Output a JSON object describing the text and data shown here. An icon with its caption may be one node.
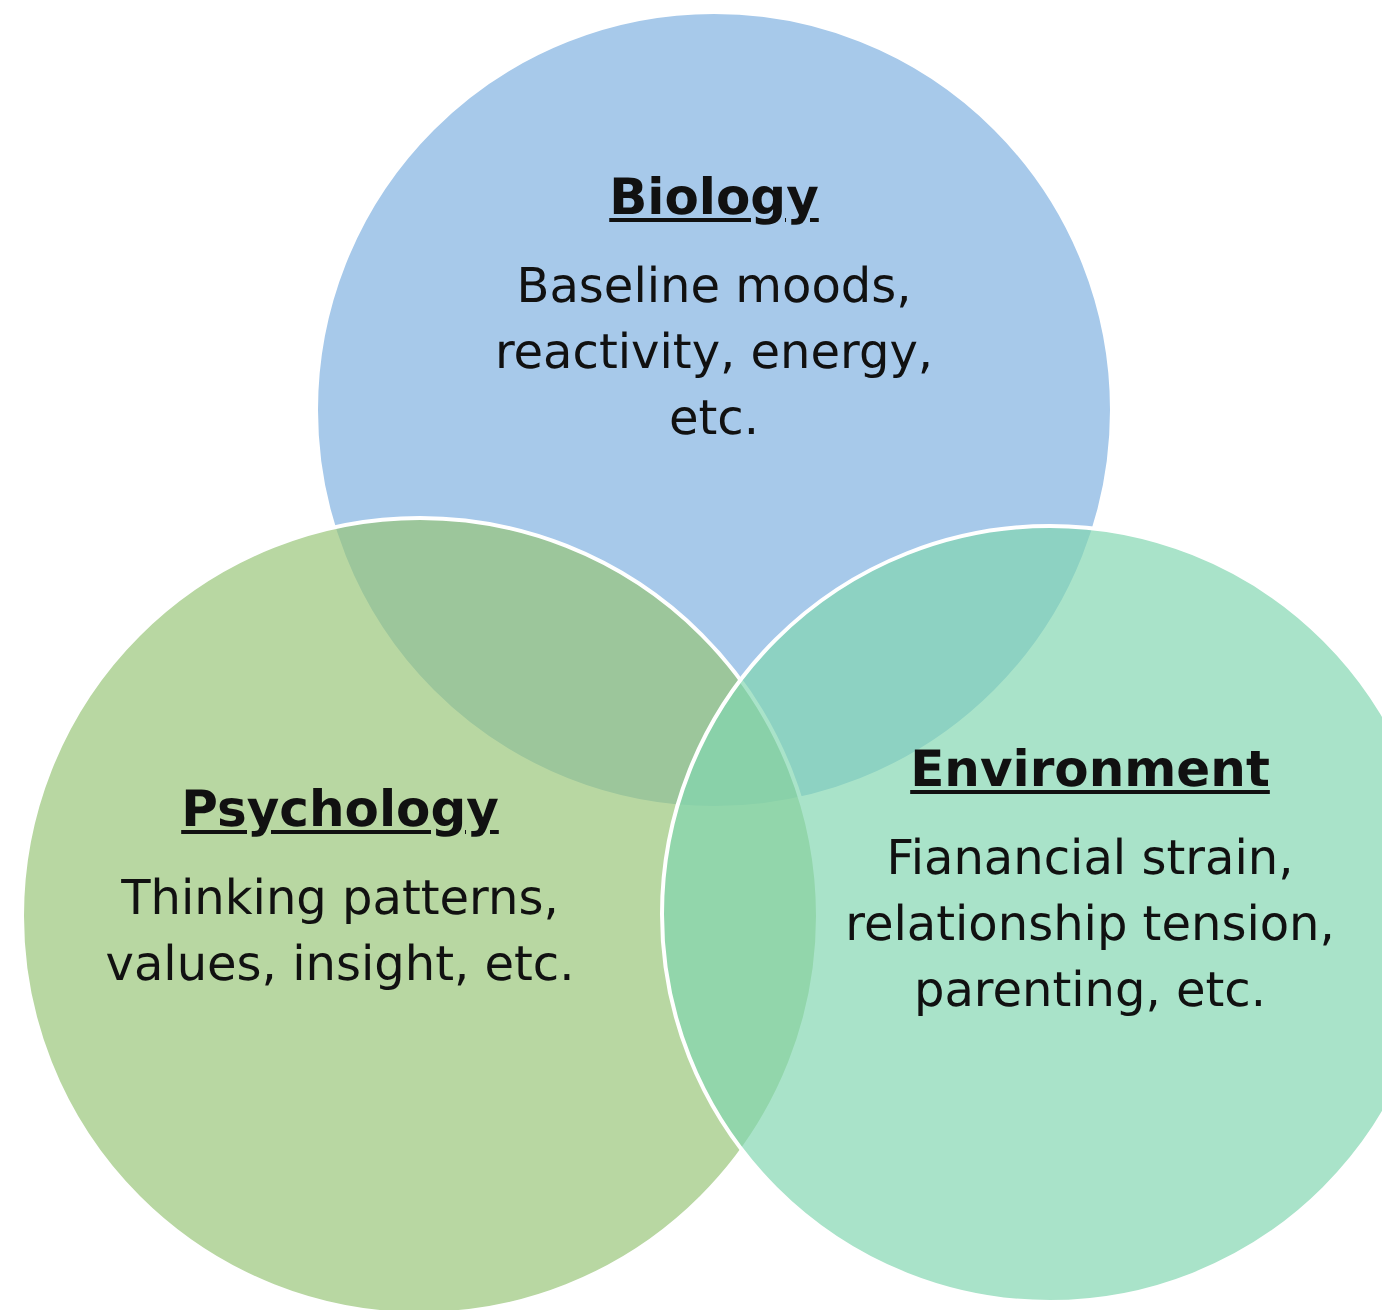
{
  "diagram": {
    "nodes": [
      {
        "text": [
          "Biology",
          "Baseline moods, reactivity, energy, etc."
        ]
      },
      {
        "text": [
          "Psychology",
          "Thinking patterns, values, insight, etc."
        ]
      },
      {
        "text": [
          "Environment",
          "Fianancial strain, relationship tension, parenting, etc."
        ]
      }
    ]
  }
}
